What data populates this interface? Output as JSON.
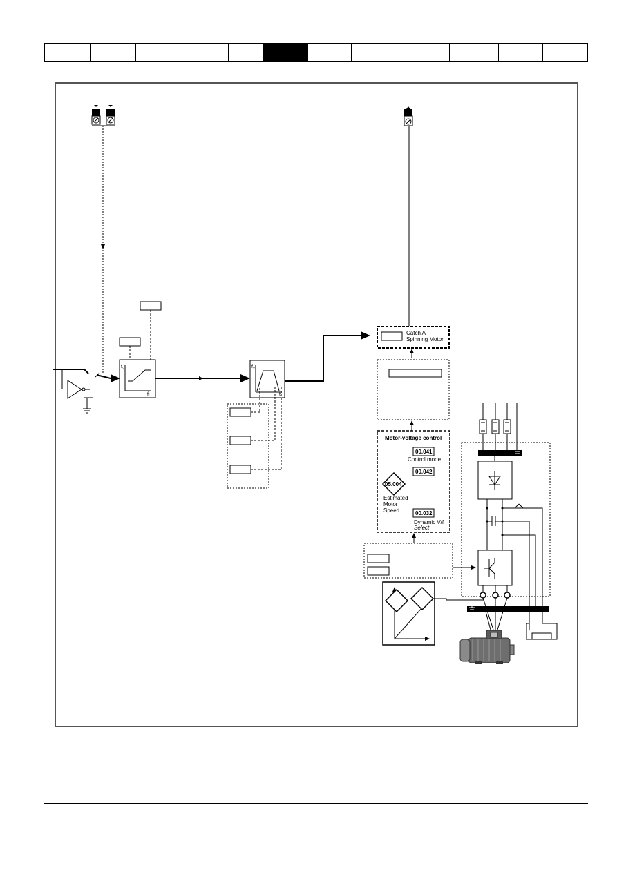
{
  "tabs": [
    {
      "id": "t1",
      "active": false
    },
    {
      "id": "t2",
      "active": false
    },
    {
      "id": "t3",
      "active": false
    },
    {
      "id": "t4",
      "active": false
    },
    {
      "id": "t5",
      "active": false
    },
    {
      "id": "t6",
      "active": true
    },
    {
      "id": "t7",
      "active": false
    },
    {
      "id": "t8",
      "active": false
    },
    {
      "id": "t9",
      "active": false
    },
    {
      "id": "t10",
      "active": false
    },
    {
      "id": "t11",
      "active": false
    },
    {
      "id": "t12",
      "active": false
    }
  ],
  "diagram": {
    "catch_label_1": "Catch A",
    "catch_label_2": "Spinning Motor",
    "motor_voltage_title": "Motor-voltage control",
    "param_00041": "00.041",
    "param_00041_label": "Control mode",
    "param_00042": "00.042",
    "param_05004": "05.004",
    "estimated_1": "Estimated",
    "estimated_2": "Motor",
    "estimated_3": "Speed",
    "param_00032": "00.032",
    "dynamic_1": "Dynamic V/f",
    "dynamic_2": "Select",
    "axis_f0": "f₀",
    "axis_fi": "fi",
    "axis_f_ramp": "f₀",
    "axis_t": "t"
  }
}
